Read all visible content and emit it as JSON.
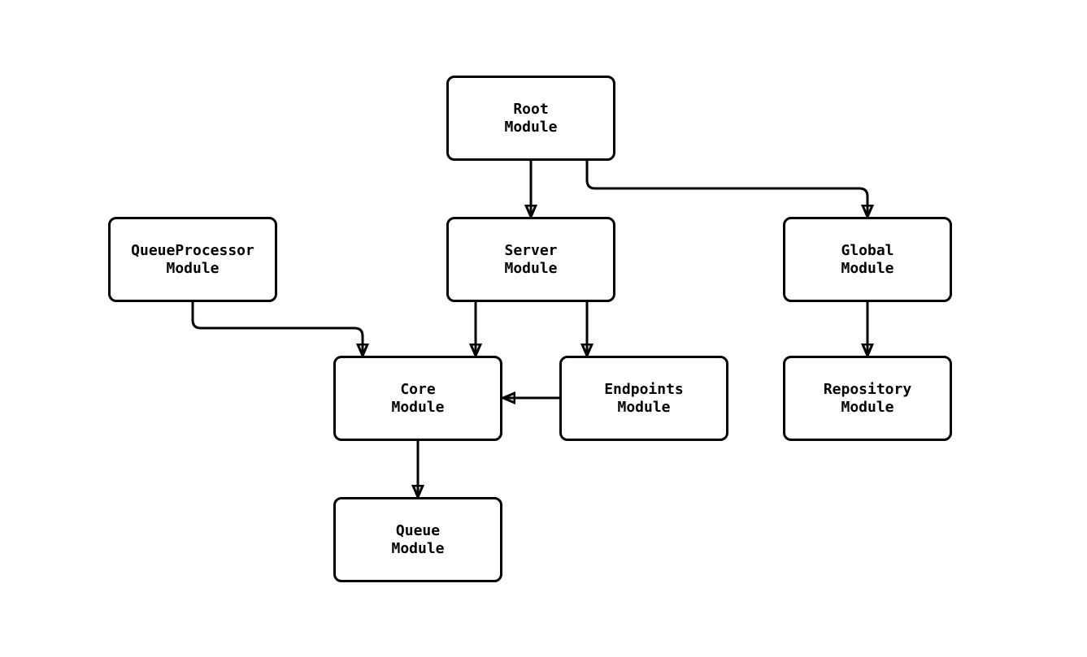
{
  "diagram": {
    "type": "flowchart",
    "background_color": "#ffffff",
    "node_fill_color": "#ffffff",
    "stroke_color": "#000000",
    "text_color": "#000000",
    "nodes": [
      {
        "id": "root",
        "line1": "Root",
        "line2": "Module"
      },
      {
        "id": "queueprocessor",
        "line1": "QueueProcessor",
        "line2": "Module"
      },
      {
        "id": "server",
        "line1": "Server",
        "line2": "Module"
      },
      {
        "id": "global",
        "line1": "Global",
        "line2": "Module"
      },
      {
        "id": "core",
        "line1": "Core",
        "line2": "Module"
      },
      {
        "id": "endpoints",
        "line1": "Endpoints",
        "line2": "Module"
      },
      {
        "id": "repository",
        "line1": "Repository",
        "line2": "Module"
      },
      {
        "id": "queue",
        "line1": "Queue",
        "line2": "Module"
      }
    ],
    "edges": [
      {
        "from": "Root Module",
        "to": "Server Module"
      },
      {
        "from": "Root Module",
        "to": "Global Module"
      },
      {
        "from": "QueueProcessor Module",
        "to": "Core Module"
      },
      {
        "from": "Server Module",
        "to": "Core Module"
      },
      {
        "from": "Server Module",
        "to": "Endpoints Module"
      },
      {
        "from": "Endpoints Module",
        "to": "Core Module"
      },
      {
        "from": "Global Module",
        "to": "Repository Module"
      },
      {
        "from": "Core Module",
        "to": "Queue Module"
      }
    ]
  }
}
